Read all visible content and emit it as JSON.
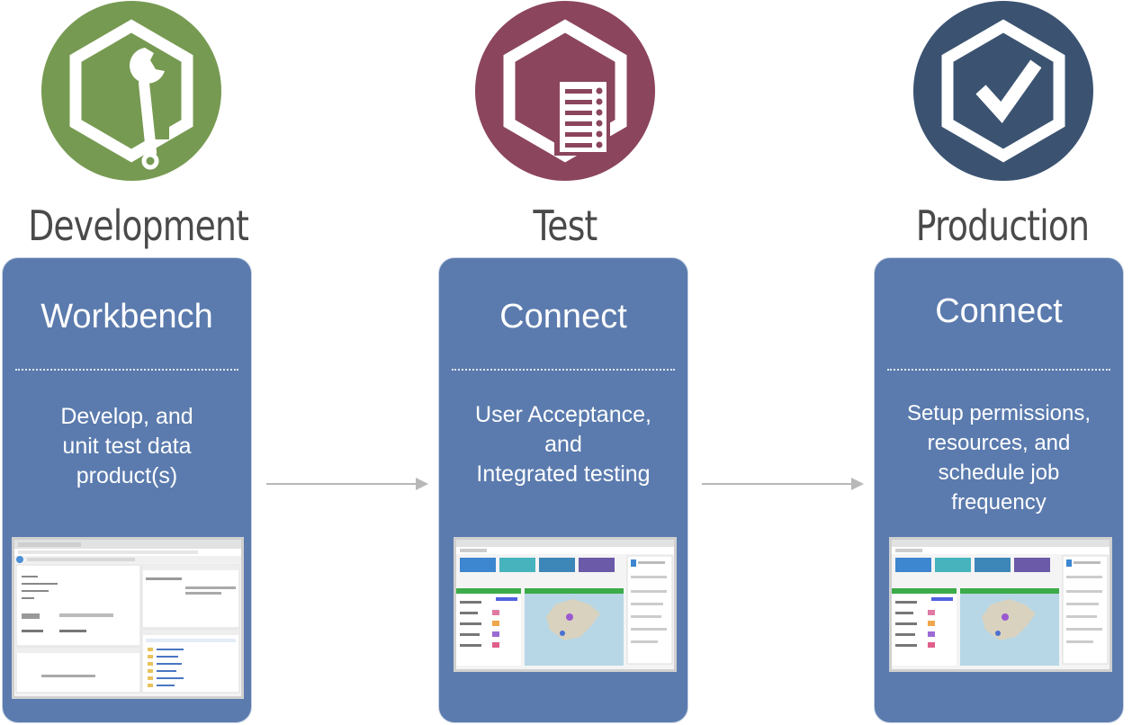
{
  "colors": {
    "development": "#779a52",
    "test": "#8b455d",
    "production": "#3b5371",
    "card": "#5b7bae",
    "arrow": "#b8b8b8"
  },
  "stages": [
    {
      "icon": "wrench-hexagon-icon",
      "env_label": "Development",
      "product": "Workbench",
      "description_lines": [
        "Develop, and",
        "unit test data",
        "product(s)"
      ]
    },
    {
      "icon": "checklist-hexagon-icon",
      "env_label": "Test",
      "product": "Connect",
      "description_lines": [
        "User Acceptance,",
        "and",
        "Integrated testing"
      ]
    },
    {
      "icon": "checkmark-hexagon-icon",
      "env_label": "Production",
      "product": "Connect",
      "description_lines": [
        "Setup permissions,",
        "resources, and",
        "schedule job",
        "frequency"
      ]
    }
  ]
}
